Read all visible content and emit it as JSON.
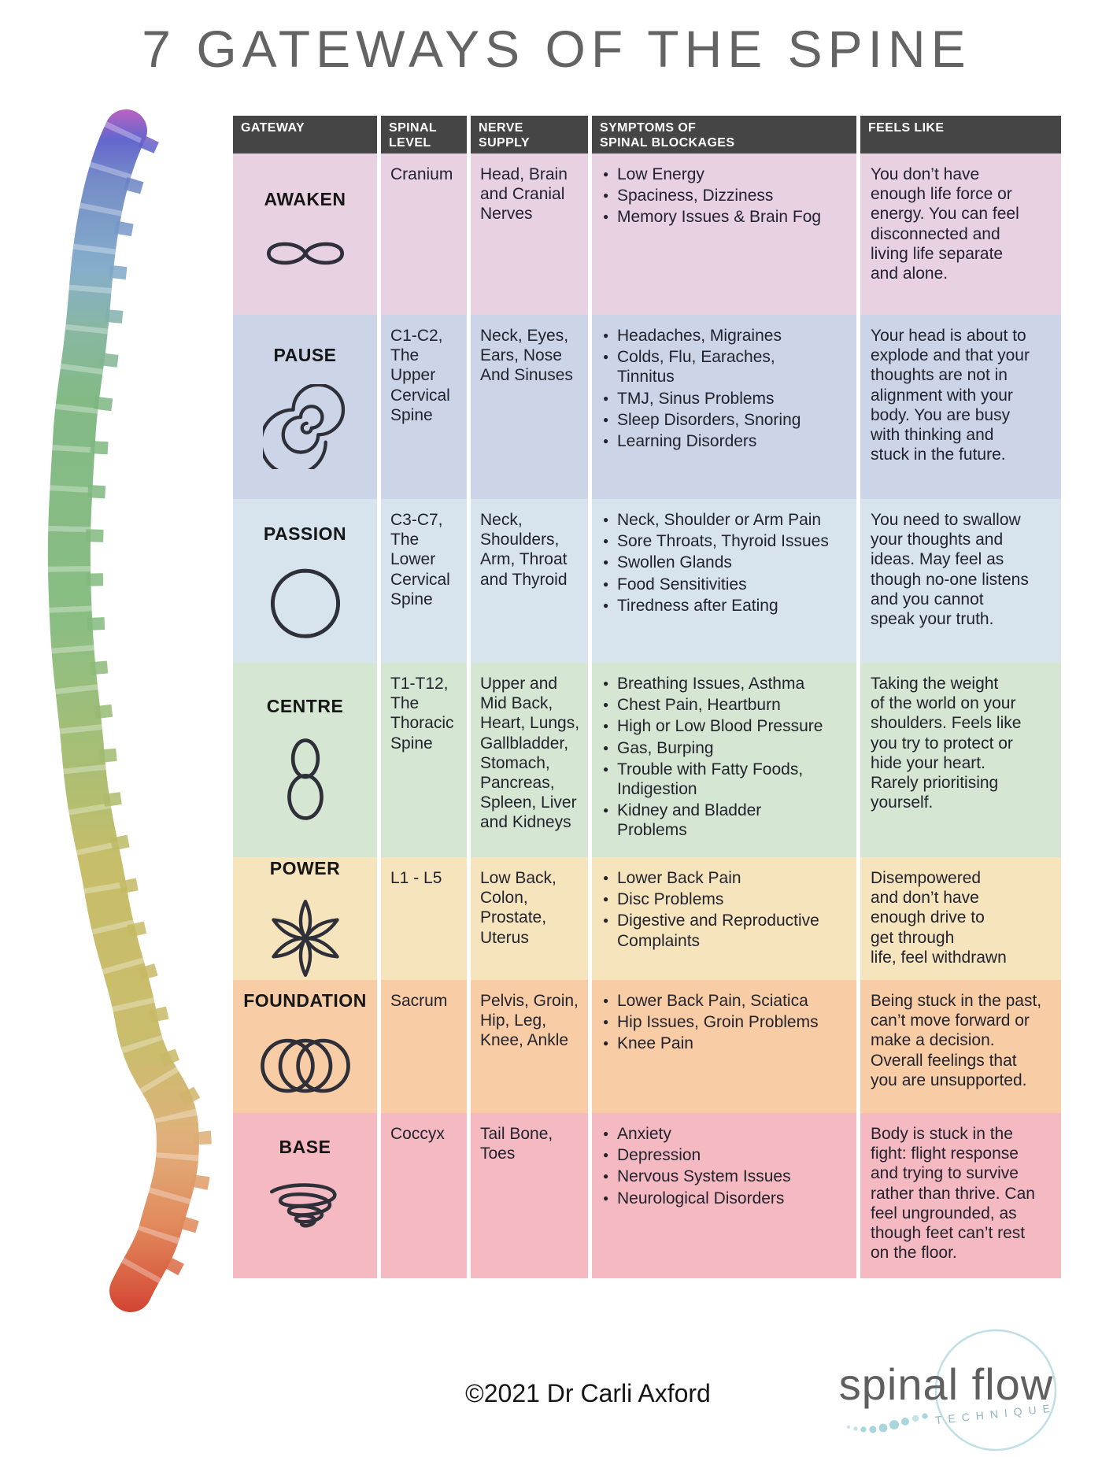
{
  "title": "7 GATEWAYS OF THE SPINE",
  "colors": {
    "header_bg": "#454545",
    "header_text": "#ffffff",
    "body_text": "#23232e",
    "logo_accent": "#a9d6dc"
  },
  "table": {
    "headers": [
      "GATEWAY",
      "SPINAL\nLEVEL",
      "NERVE\nSUPPLY",
      "SYMPTOMS OF\nSPINAL BLOCKAGES",
      "FEELS LIKE"
    ],
    "rows": [
      {
        "gateway": "AWAKEN",
        "icon": "infinity-icon",
        "color": "#e8d1e1",
        "spinal_level": "Cranium",
        "nerve_supply": "Head, Brain\nand Cranial\nNerves",
        "symptoms": [
          "Low Energy",
          "Spaciness, Dizziness",
          "Memory Issues & Brain Fog"
        ],
        "feels_like": "You don’t have\nenough life force or\nenergy. You can feel\ndisconnected and\nliving life separate\nand alone."
      },
      {
        "gateway": "PAUSE",
        "icon": "spiral-icon",
        "color": "#ccd4e8",
        "spinal_level": "C1-C2,\nThe\nUpper\nCervical\nSpine",
        "nerve_supply": "Neck, Eyes,\nEars, Nose\nAnd Sinuses",
        "symptoms": [
          "Headaches, Migraines",
          "Colds, Flu, Earaches,\nTinnitus",
          "TMJ, Sinus Problems",
          "Sleep Disorders, Snoring",
          "Learning Disorders"
        ],
        "feels_like": "Your head is about to\nexplode and that your\nthoughts are not in\nalignment with your\nbody. You are busy\nwith thinking and\nstuck in the future."
      },
      {
        "gateway": "PASSION",
        "icon": "triquetra-icon",
        "color": "#d7e4ee",
        "spinal_level": "C3-C7,\nThe\nLower\nCervical\nSpine",
        "nerve_supply": "Neck,\nShoulders,\nArm, Throat\nand Thyroid",
        "symptoms": [
          "Neck, Shoulder or Arm Pain",
          "Sore Throats, Thyroid Issues",
          "Swollen Glands",
          "Food Sensitivities",
          "Tiredness after Eating"
        ],
        "feels_like": "You need to swallow\nyour thoughts and\nideas. May feel as\nthough no-one listens\nand you cannot\nspeak your truth."
      },
      {
        "gateway": "CENTRE",
        "icon": "figure-eight-icon",
        "color": "#d5e7d3",
        "spinal_level": "T1-T12,\nThe\nThoracic\nSpine",
        "nerve_supply": "Upper and\nMid Back,\nHeart, Lungs,\nGallbladder,\nStomach,\nPancreas,\nSpleen, Liver\nand Kidneys",
        "symptoms": [
          "Breathing Issues, Asthma",
          "Chest Pain, Heartburn",
          "High or Low Blood Pressure",
          "Gas, Burping",
          "Trouble with Fatty Foods,\nIndigestion",
          "Kidney and Bladder\nProblems"
        ],
        "feels_like": "Taking the weight\nof the world on your\nshoulders. Feels like\nyou try to protect or\nhide your heart.\nRarely prioritising\nyourself."
      },
      {
        "gateway": "POWER",
        "icon": "flower-icon",
        "color": "#f6e4bd",
        "spinal_level": "L1 - L5",
        "nerve_supply": "Low Back,\nColon,\nProstate,\nUterus",
        "symptoms": [
          "Lower Back Pain",
          "Disc Problems",
          "Digestive and Reproductive\nComplaints"
        ],
        "feels_like": "Disempowered\nand don’t have\nenough drive to\nget through\nlife, feel withdrawn"
      },
      {
        "gateway": "FOUNDATION",
        "icon": "three-circles-icon",
        "color": "#f8cda5",
        "spinal_level": "Sacrum",
        "nerve_supply": "Pelvis, Groin,\nHip, Leg,\nKnee, Ankle",
        "symptoms": [
          "Lower Back Pain, Sciatica",
          "Hip Issues, Groin Problems",
          "Knee Pain"
        ],
        "feels_like": "Being stuck in the past,\ncan’t move forward or\nmake a decision.\nOverall feelings that\nyou are unsupported."
      },
      {
        "gateway": "BASE",
        "icon": "vortex-icon",
        "color": "#f5b9c2",
        "spinal_level": "Coccyx",
        "nerve_supply": "Tail Bone,\nToes",
        "symptoms": [
          "Anxiety",
          "Depression",
          "Nervous System Issues",
          "Neurological Disorders"
        ],
        "feels_like": "Body is stuck in the\nfight: flight response\nand trying to survive\nrather than thrive. Can\nfeel ungrounded, as\nthough feet can’t rest\non the floor."
      }
    ]
  },
  "footer": {
    "copyright": "©2021 Dr Carli Axford"
  },
  "logo": {
    "name": "spinal flow",
    "subtitle": "TECHNIQUE"
  }
}
